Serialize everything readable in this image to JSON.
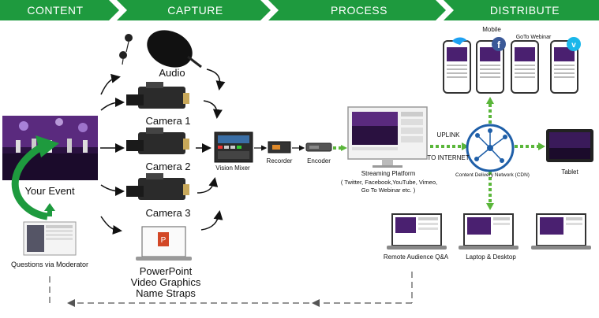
{
  "stages": [
    "CONTENT",
    "CAPTURE",
    "PROCESS",
    "DISTRIBUTE"
  ],
  "capture": {
    "audio": "Audio",
    "camera1": "Camera 1",
    "camera2": "Camera 2",
    "camera3": "Camera 3",
    "powerpoint": [
      "PowerPoint",
      "Video Graphics",
      "Name Straps"
    ]
  },
  "content": {
    "event": "Your Event",
    "questions": "Questions via Moderator"
  },
  "process": {
    "vision_mixer": "Vision Mixer",
    "recorder": "Recorder",
    "encoder": "Encoder",
    "streaming_platform": "Streaming Platform",
    "platform_list_1": "( Twitter, Facebook,YouTube, Vimeo,",
    "platform_list_2": "Go To Webinar etc. )",
    "uplink": "UPLINK",
    "to_internet": "TO INTERNET"
  },
  "distribute": {
    "mobile": "Mobile",
    "gotowebinar": "GoTo Webinar",
    "cdn": "Content Delivery Network (CDN)",
    "tablet": "Tablet",
    "laptop_desktop": "Laptop & Desktop",
    "remote_qa": "Remote Audience Q&A"
  },
  "colors": {
    "header_green": "#1e9a3e",
    "arrow_green": "#5ab63a",
    "cdn_blue": "#1f5fa8",
    "twitter_blue": "#1da1f2",
    "facebook_blue": "#3b5998",
    "vimeo_blue": "#1ab7ea"
  }
}
